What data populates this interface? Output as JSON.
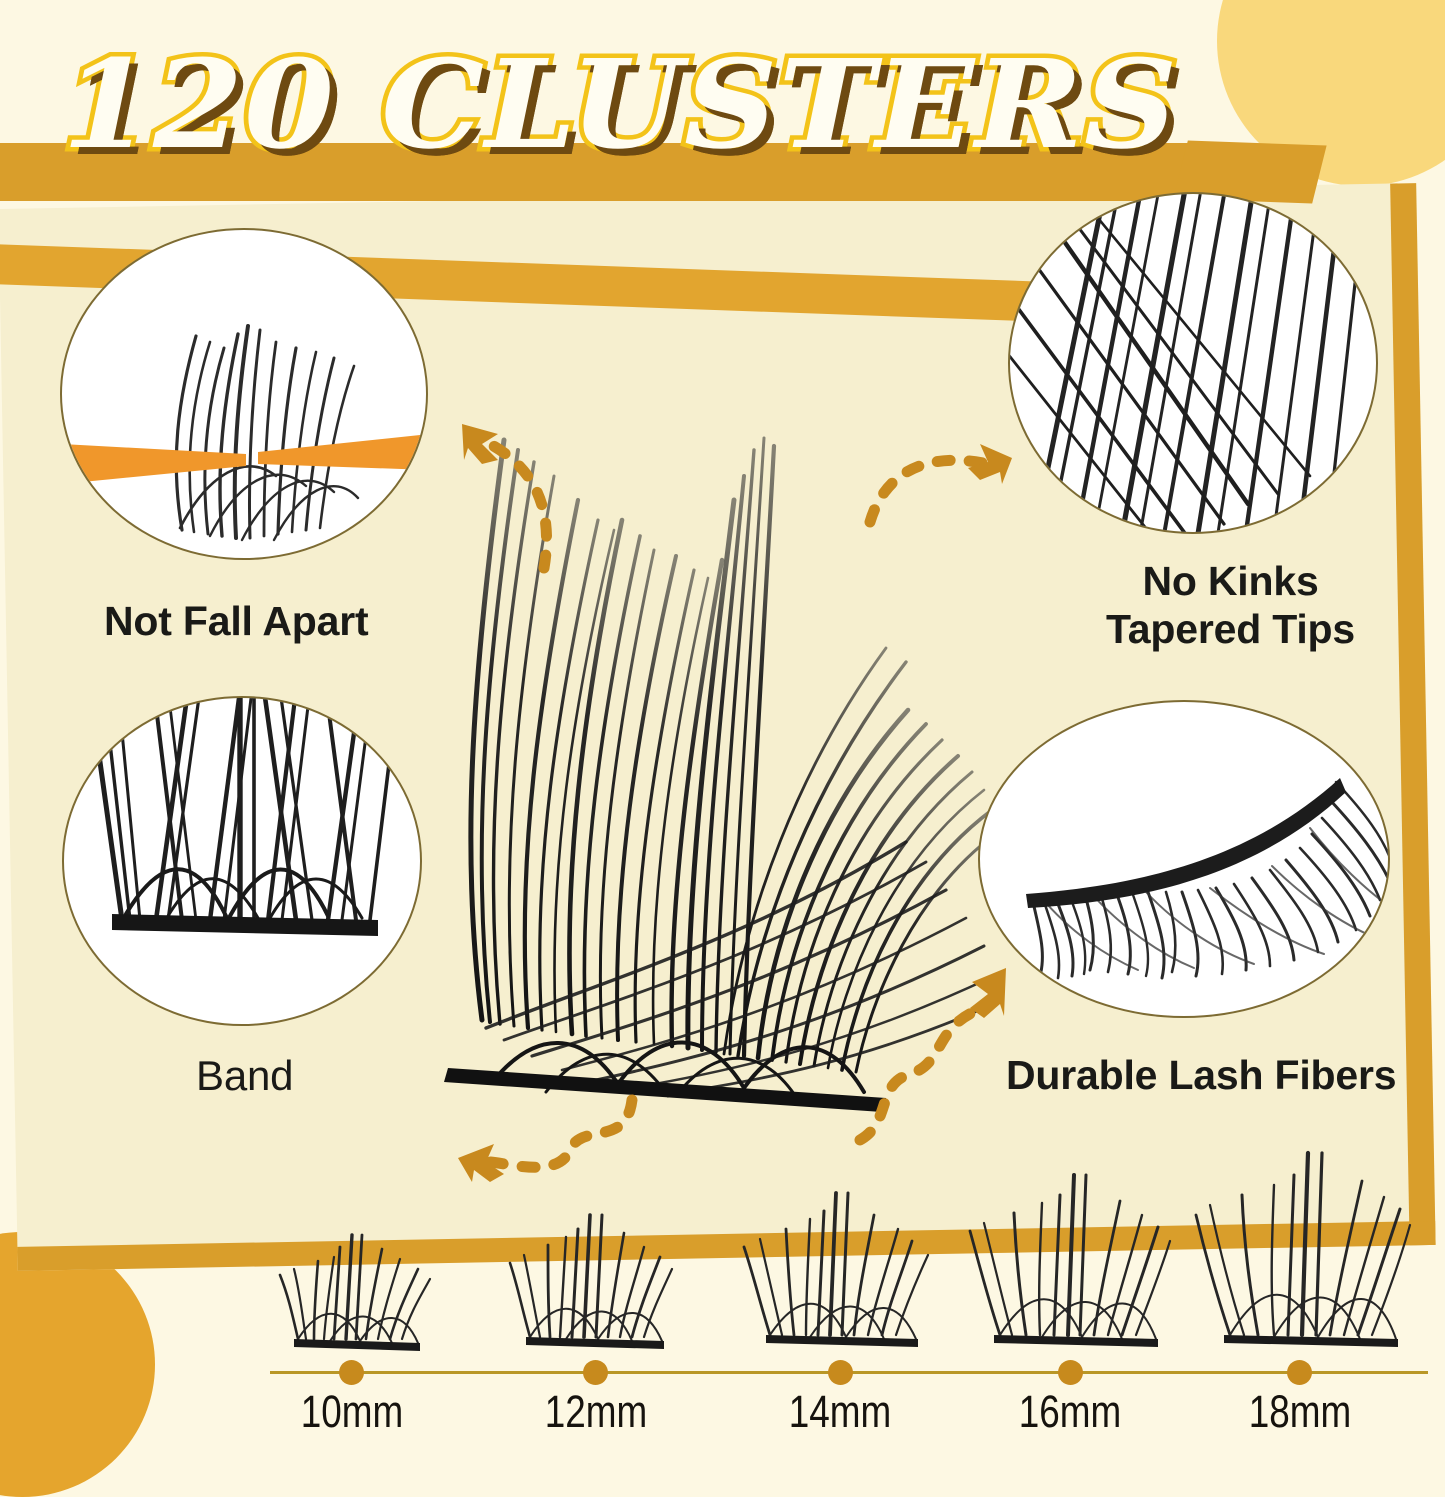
{
  "header": {
    "title": "120 CLUSTERS",
    "band_color": "#D99E2B",
    "title_fill": "#FFFDF2",
    "title_outline": "#F3C319",
    "title_shadow": "#6E4A11"
  },
  "theme": {
    "page_background": "#FDF8E3",
    "panel_background": "#F6EFCF",
    "accent_gold": "#D99E2B",
    "accent_light_yellow": "#F9D87C",
    "accent_deep_gold": "#E5A52D",
    "arrow_color": "#C8891E",
    "text_color": "#1A1A17",
    "fiber_color": "#1B1B1B"
  },
  "features": [
    {
      "id": "not-fall-apart",
      "label": "Not Fall Apart",
      "icon": "tweezer-pinching-lash-cluster-icon",
      "inset_kind": "circle-photo"
    },
    {
      "id": "no-kinks-tapered-tips",
      "label": "No Kinks\nTapered Tips",
      "icon": "straight-lash-fibers-icon",
      "inset_kind": "circle-photo"
    },
    {
      "id": "band",
      "label": "Band",
      "icon": "lash-band-base-icon",
      "inset_kind": "circle-photo"
    },
    {
      "id": "durable-lash-fibers",
      "label": "Durable Lash Fibers",
      "icon": "full-lash-strip-icon",
      "inset_kind": "circle-photo"
    }
  ],
  "arrows": [
    {
      "id": "arrow-to-not-fall-apart",
      "direction": "up-left"
    },
    {
      "id": "arrow-to-no-kinks",
      "direction": "up-right"
    },
    {
      "id": "arrow-to-durable-fibers",
      "direction": "up-right"
    },
    {
      "id": "arrow-to-band",
      "direction": "left"
    }
  ],
  "size_scale": {
    "sizes": [
      "10mm",
      "12mm",
      "14mm",
      "16mm",
      "18mm"
    ],
    "dot_color": "#C78A1D",
    "line_color": "#B99726"
  }
}
